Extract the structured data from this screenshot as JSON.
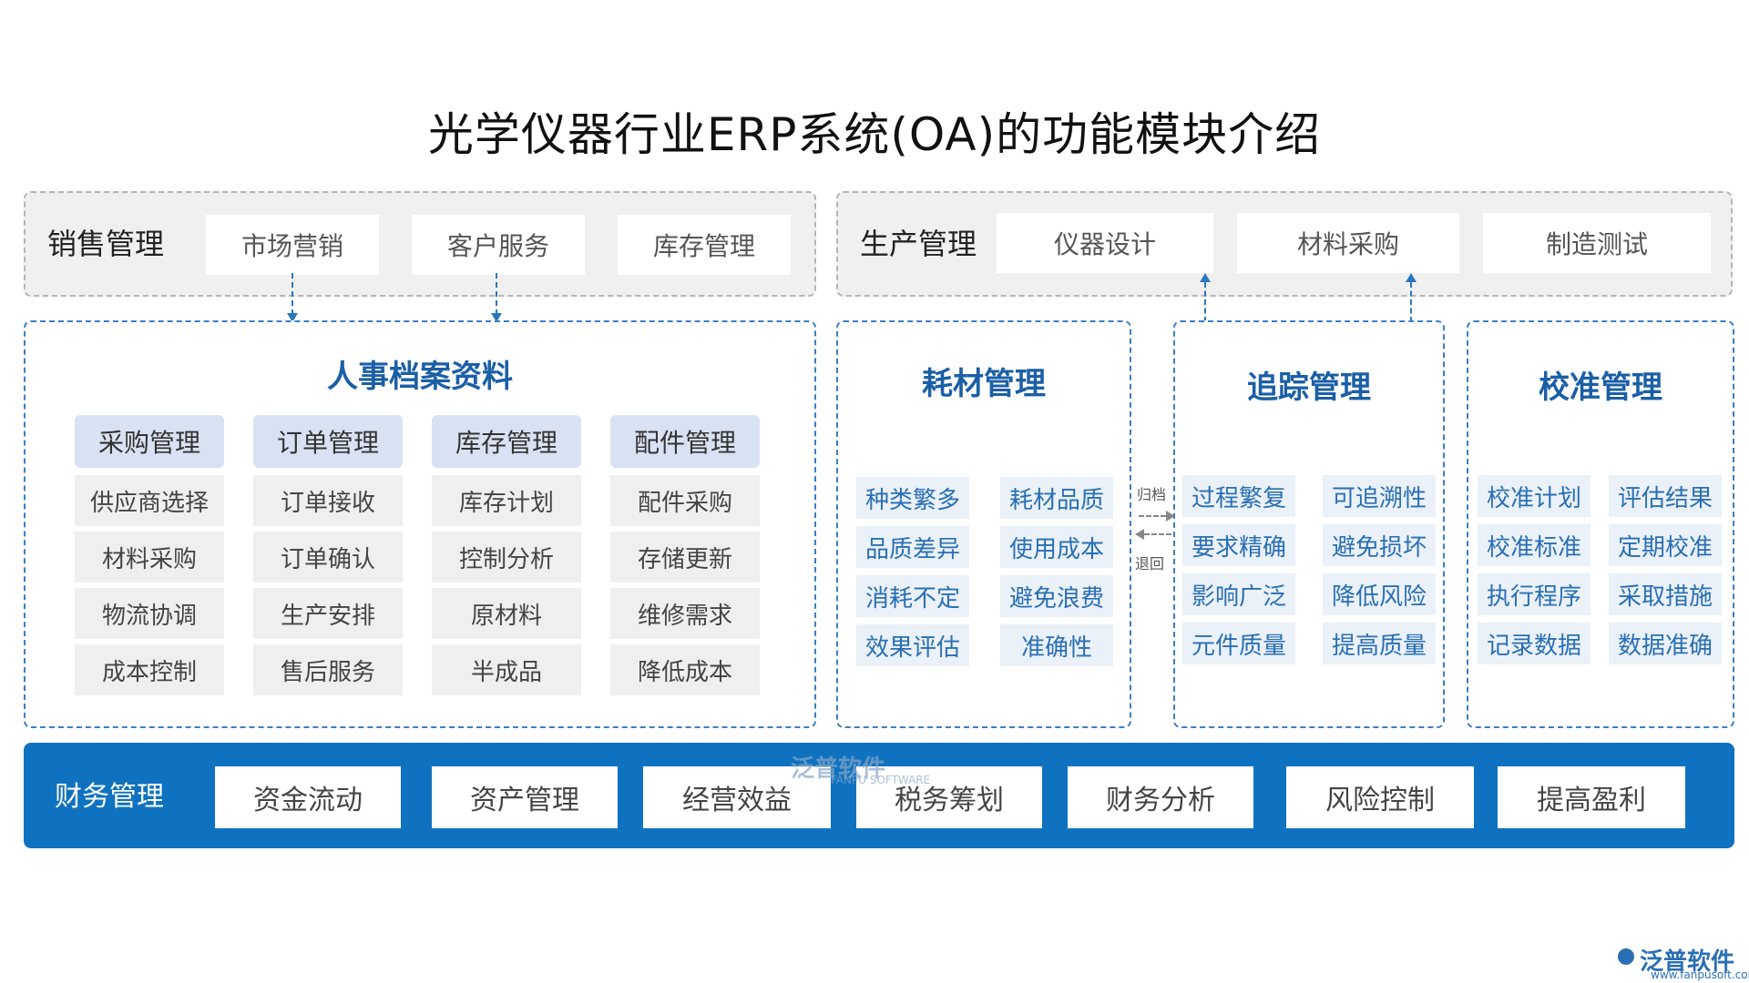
{
  "title": "光学仪器行业ERP系统(OA)的功能模块介绍",
  "sales": {
    "label": "销售管理",
    "items": [
      "市场营销",
      "客户服务",
      "库存管理"
    ]
  },
  "production": {
    "label": "生产管理",
    "items": [
      "仪器设计",
      "材料采购",
      "制造测试"
    ]
  },
  "hr": {
    "title": "人事档案资料",
    "columns": [
      {
        "header": "采购管理",
        "items": [
          "供应商选择",
          "材料采购",
          "物流协调",
          "成本控制"
        ]
      },
      {
        "header": "订单管理",
        "items": [
          "订单接收",
          "订单确认",
          "生产安排",
          "售后服务"
        ]
      },
      {
        "header": "库存管理",
        "items": [
          "库存计划",
          "控制分析",
          "原材料",
          "半成品"
        ]
      },
      {
        "header": "配件管理",
        "items": [
          "配件采购",
          "存储更新",
          "维修需求",
          "降低成本"
        ]
      }
    ]
  },
  "consumables": {
    "title": "耗材管理",
    "left": [
      "种类繁多",
      "品质差异",
      "消耗不定",
      "效果评估"
    ],
    "right": [
      "耗材品质",
      "使用成本",
      "避免浪费",
      "准确性"
    ]
  },
  "tracking": {
    "title": "追踪管理",
    "left": [
      "过程繁复",
      "要求精确",
      "影响广泛",
      "元件质量"
    ],
    "right": [
      "可追溯性",
      "避免损坏",
      "降低风险",
      "提高质量"
    ]
  },
  "calibration": {
    "title": "校准管理",
    "left": [
      "校准计划",
      "校准标准",
      "执行程序",
      "记录数据"
    ],
    "right": [
      "评估结果",
      "定期校准",
      "采取措施",
      "数据准确"
    ]
  },
  "arrows": {
    "archive": "归档",
    "return": "退回"
  },
  "finance": {
    "label": "财务管理",
    "items": [
      "资金流动",
      "资产管理",
      "经营效益",
      "税务筹划",
      "财务分析",
      "风险控制",
      "提高盈利"
    ]
  },
  "watermark": {
    "brand": "泛普软件",
    "sub": "FANPU SOFTWARE"
  },
  "footer": {
    "brand": "泛普软件",
    "url": "www.fanpusoft.com"
  }
}
